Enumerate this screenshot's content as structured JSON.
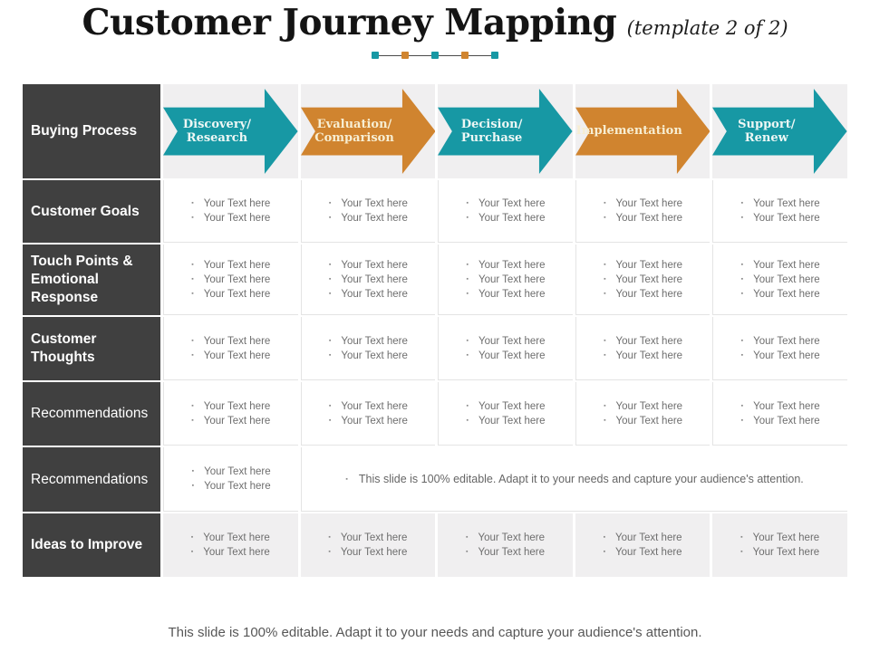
{
  "title": {
    "main": "Customer Journey Mapping",
    "suffix": "(template 2 of 2)"
  },
  "divider": {
    "squares": [
      "teal",
      "orange",
      "teal",
      "orange",
      "teal"
    ]
  },
  "colors": {
    "teal": "#1798a4",
    "orange": "#d0842f",
    "teal_text": "#edf7f5",
    "orange_text": "#f7eed2",
    "dark_cell": "#404040",
    "light_cell": "#f0eff0"
  },
  "table": {
    "arrows": [
      {
        "label": "Discovery/\nResearch",
        "color": "teal"
      },
      {
        "label": "Evaluation/\nComparison",
        "color": "orange"
      },
      {
        "label": "Decision/\nPurchase",
        "color": "teal"
      },
      {
        "label": "Implementation",
        "color": "orange"
      },
      {
        "label": "Support/ Renew",
        "color": "teal"
      }
    ],
    "rows": [
      {
        "label": "Buying Process",
        "bold": true,
        "type": "arrows"
      },
      {
        "label": "Customer Goals",
        "bold": true,
        "type": "bullets",
        "cells": [
          [
            "Your Text here",
            "Your Text here"
          ],
          [
            "Your Text here",
            "Your Text here"
          ],
          [
            "Your Text here",
            "Your Text here"
          ],
          [
            "Your Text here",
            "Your Text here"
          ],
          [
            "Your Text here",
            "Your Text here"
          ]
        ]
      },
      {
        "label": "Touch Points & Emotional Response",
        "bold": true,
        "type": "bullets",
        "cells": [
          [
            "Your Text here",
            "Your Text here",
            "Your Text here"
          ],
          [
            "Your Text here",
            "Your Text here",
            "Your Text here"
          ],
          [
            "Your Text here",
            "Your Text here",
            "Your Text here"
          ],
          [
            "Your Text here",
            "Your Text here",
            "Your Text here"
          ],
          [
            "Your Text here",
            "Your Text here",
            "Your Text here"
          ]
        ]
      },
      {
        "label": "Customer Thoughts",
        "bold": true,
        "type": "bullets",
        "cells": [
          [
            "Your Text here",
            "Your Text here"
          ],
          [
            "Your Text here",
            "Your Text here"
          ],
          [
            "Your Text here",
            "Your Text here"
          ],
          [
            "Your Text here",
            "Your Text here"
          ],
          [
            "Your Text here",
            "Your Text here"
          ]
        ]
      },
      {
        "label": "Recommendations",
        "bold": false,
        "type": "bullets",
        "cells": [
          [
            "Your Text here",
            "Your Text here"
          ],
          [
            "Your Text here",
            "Your Text here"
          ],
          [
            "Your Text here",
            "Your Text here"
          ],
          [
            "Your Text here",
            "Your Text here"
          ],
          [
            "Your Text here",
            "Your Text here"
          ]
        ]
      },
      {
        "label": "Recommendations",
        "bold": false,
        "type": "merged",
        "cells": [
          [
            "Your Text here",
            "Your Text here"
          ]
        ],
        "note": "This slide is 100% editable. Adapt it to your needs and capture your audience's attention."
      },
      {
        "label": "Ideas to Improve",
        "bold": true,
        "type": "bullets",
        "gray": true,
        "cells": [
          [
            "Your Text here",
            "Your Text here"
          ],
          [
            "Your Text here",
            "Your Text here"
          ],
          [
            "Your Text here",
            "Your Text here"
          ],
          [
            "Your Text here",
            "Your Text here"
          ],
          [
            "Your Text here",
            "Your Text here"
          ]
        ]
      }
    ]
  },
  "footer": "This slide is 100% editable.  Adapt it to your needs and capture your audience's attention."
}
